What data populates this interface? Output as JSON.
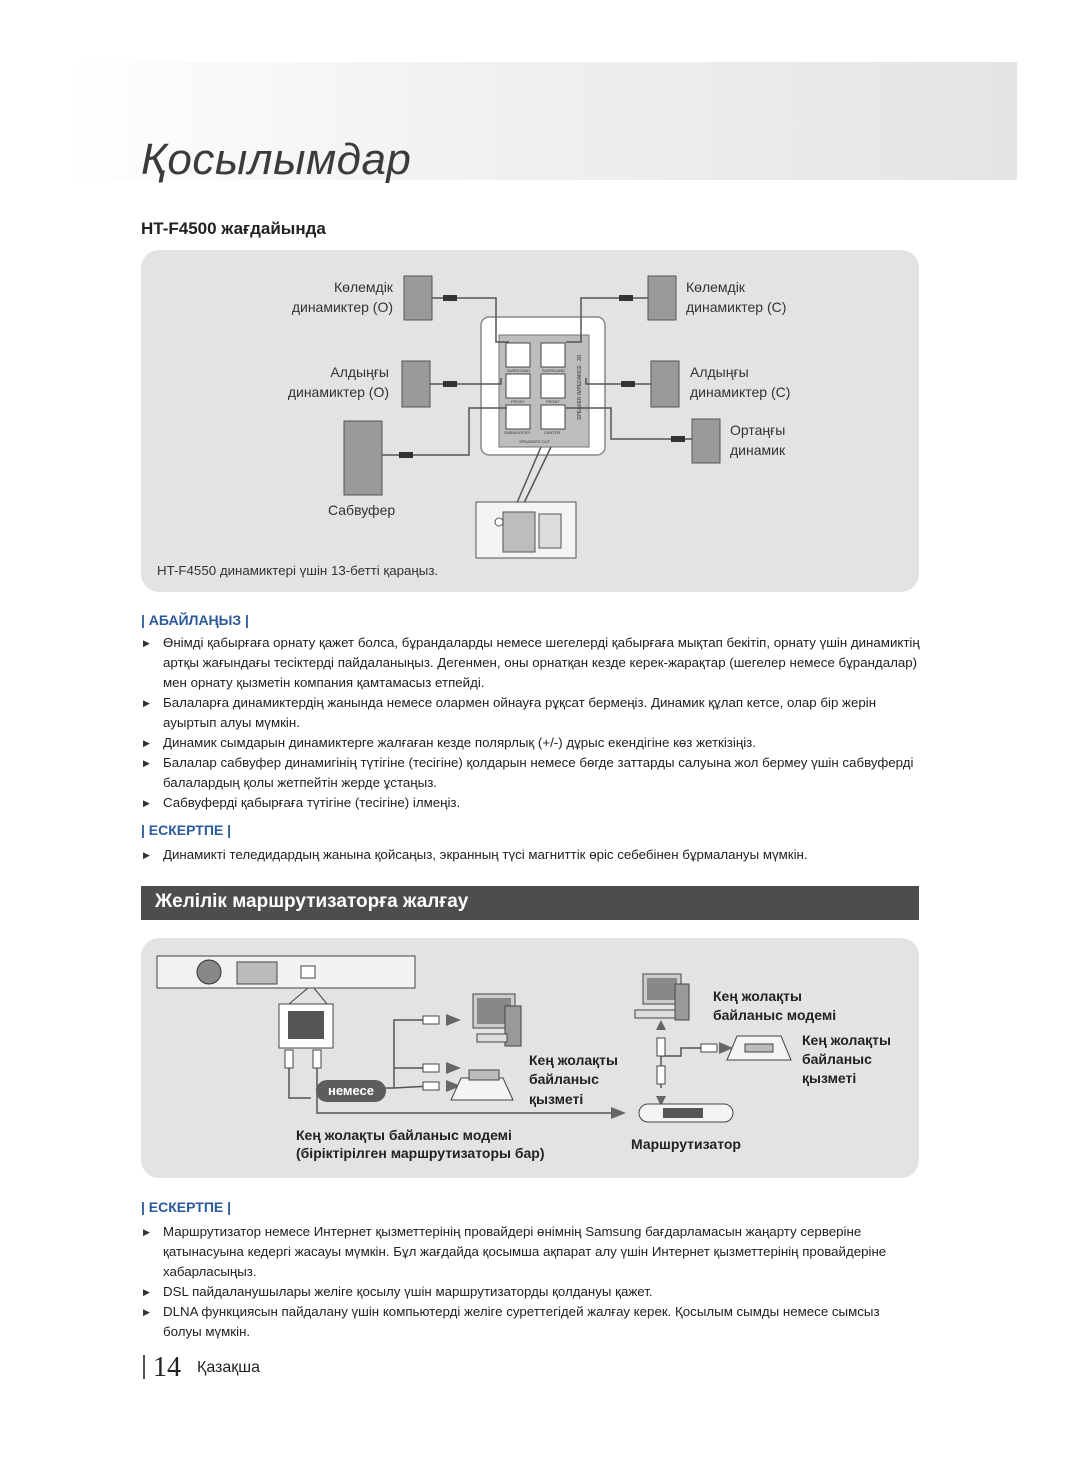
{
  "page": {
    "title": "Қосылымдар",
    "subheading": "HT-F4500 жағдайында",
    "page_number": "14",
    "language": "Қазақша"
  },
  "speaker_diagram": {
    "surround_left": [
      "Көлемдік",
      "динамиктер (О)"
    ],
    "surround_right": [
      "Көлемдік",
      "динамиктер (С)"
    ],
    "front_left": [
      "Алдыңғы",
      "динамиктер (О)"
    ],
    "front_right": [
      "Алдыңғы",
      "динамиктер (С)"
    ],
    "center": [
      "Ортаңғы",
      "динамик"
    ],
    "subwoofer": "Сабвуфер",
    "panel_labels": {
      "surround": "SURROUND",
      "front": "FRONT",
      "subwoofer": "SUBWOOFER",
      "center": "CENTER",
      "speakers_out": "SPEAKERS OUT",
      "impedance": "SPEAKER IMPEDANCE : 3Ω"
    },
    "note": "HT-F4550 динамиктері үшін 13-бетті қараңыз."
  },
  "caution": {
    "title": "| АБАЙЛАҢЫЗ |",
    "items": [
      "Өнімді қабырғаға орнату қажет болса, бұрандаларды немесе шегелерді қабырғаға мықтап бекітіп, орнату үшін динамиктің артқы жағындағы тесіктерді пайдаланыңыз. Дегенмен, оны орнатқан кезде керек-жарақтар (шегелер немесе бұрандалар) мен орнату қызметін компания қамтамасыз етпейді.",
      "Балаларға динамиктердің жанында немесе олармен ойнауға рұқсат бермеңіз. Динамик құлап кетсе, олар бір жерін ауыртып алуы мүмкін.",
      "Динамик сымдарын динамиктерге жалғаған кезде полярлық (+/-) дұрыс екендігіне көз жеткізіңіз.",
      "Балалар сабвуфер динамигінің түтігіне (тесігіне) қолдарын немесе бөгде заттарды салуына жол бермеу үшін сабвуферді балалардың қолы жетпейтін жерде ұстаңыз.",
      "Сабвуферді қабырғаға түтігіне (тесігіне) ілмеңіз."
    ]
  },
  "note1": {
    "title": "| ЕСКЕРТПЕ |",
    "items": [
      "Динамикті теледидардың жанына қойсаңыз, экранның түсі магниттік өріс себебінен бұрмалануы мүмкін."
    ]
  },
  "section": {
    "heading": "Желілік маршрутизаторға жалғау"
  },
  "network_diagram": {
    "or_label": "немесе",
    "broadband_modem_top": [
      "Кең жолақты",
      "байланыс модемі"
    ],
    "broadband_service_right": [
      "Кең жолақты",
      "байланыс",
      "қызметі"
    ],
    "broadband_service_mid": [
      "Кең жолақты",
      "байланыс",
      "қызметі"
    ],
    "modem_router": [
      "Кең жолақты байланыс модемі",
      "(біріктірілген маршрутизаторы бар)"
    ],
    "router": "Маршрутизатор"
  },
  "note2": {
    "title": "| ЕСКЕРТПЕ |",
    "items": [
      "Маршрутизатор немесе Интернет қызметтерінің провайдері өнімнің Samsung бағдарламасын жаңарту серверіне қатынасуына кедергі жасауы мүмкін. Бұл жағдайда қосымша ақпарат алу үшін Интернет қызметтерінің провайдеріне хабарласыңыз.",
      "DSL пайдаланушылары желіге қосылу үшін маршрутизаторды қолдануы қажет.",
      "DLNA функциясын пайдалану үшін компьютерді желіге суреттегідей жалғау керек. Қосылым сымды немесе сымсыз болуы мүмкін."
    ]
  },
  "colors": {
    "accent": "#2a5a9a",
    "section_bar": "#4d4d4d",
    "panel": "#e3e3e3"
  }
}
